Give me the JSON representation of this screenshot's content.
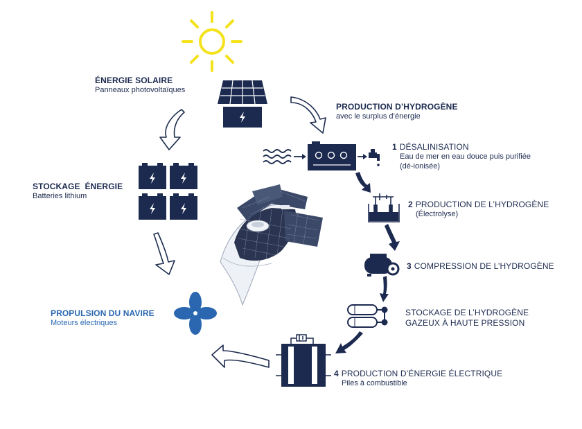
{
  "colors": {
    "navy": "#1c2a4f",
    "propulsion_blue": "#2a67b0",
    "sun_yellow": "#f4e21c",
    "fan_blue": "#2a67b0"
  },
  "icons": [
    "sun-icon",
    "solar-panel-icon",
    "battery-icon",
    "fan-propeller-icon",
    "water-waves-icon",
    "desalination-unit-icon",
    "faucet-icon",
    "electrolysis-tank-icon",
    "compressor-icon",
    "gas-cylinders-icon",
    "fuel-cell-icon",
    "boat-image"
  ],
  "solar": {
    "title": "ÉNERGIE SOLAIRE",
    "subtitle": "Panneaux photovoltaïques"
  },
  "storage": {
    "title": "STOCKAGE  ÉNERGIE",
    "subtitle": "Batteries lithium"
  },
  "propulsion": {
    "title": "PROPULSION DU NAVIRE",
    "subtitle": "Moteurs électriques"
  },
  "hydrogen": {
    "title": "PRODUCTION D’HYDROGÈNE",
    "subtitle": "avec le surplus d’énergie"
  },
  "steps": {
    "desal": {
      "num": "1",
      "title": "DÉSALINISATION",
      "line1": "Eau de mer en eau douce puis purifiée",
      "line2": "(dé-ionisée)"
    },
    "electro": {
      "num": "2",
      "title": "PRODUCTION DE L’HYDROGÈNE",
      "subtitle": "(Électrolyse)"
    },
    "compress": {
      "num": "3",
      "title": "COMPRESSION DE L’HYDROGÈNE"
    },
    "storage": {
      "line1": "STOCKAGE DE L’HYDROGÈNE",
      "line2": "GAZEUX À HAUTE PRESSION"
    },
    "fuelcell": {
      "num": "4",
      "title": "PRODUCTION D’ÉNERGIE ÉLECTRIQUE",
      "subtitle": "Piles à combustible"
    }
  }
}
